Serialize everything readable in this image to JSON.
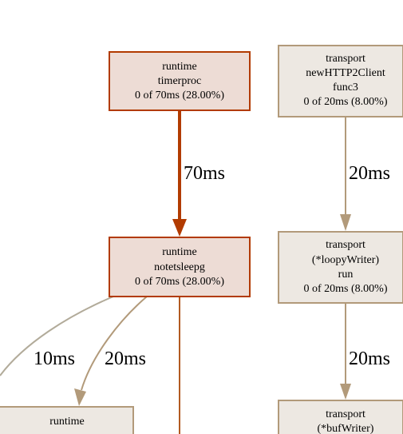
{
  "nodes": {
    "timerproc": {
      "lines": [
        "runtime",
        "timerproc",
        "0 of 70ms (28.00%)"
      ],
      "fill": "#eddcd5",
      "stroke": "#b23b00"
    },
    "http2_func3": {
      "lines": [
        "transport",
        "newHTTP2Client",
        "func3",
        "0 of 20ms (8.00%)"
      ],
      "fill": "#ede8e2",
      "stroke": "#b29a7a"
    },
    "notetsleepg": {
      "lines": [
        "runtime",
        "notetsleepg",
        "0 of 70ms (28.00%)"
      ],
      "fill": "#eddcd5",
      "stroke": "#b23b00"
    },
    "loopy_run": {
      "lines": [
        "transport",
        "(*loopyWriter)",
        "run",
        "0 of 20ms (8.00%)"
      ],
      "fill": "#ede8e2",
      "stroke": "#b29a7a"
    },
    "runtime_bottom_left": {
      "lines": [
        "runtime"
      ],
      "fill": "#ede8e2",
      "stroke": "#b29a7a"
    },
    "bufwriter": {
      "lines": [
        "transport",
        "(*bufWriter)"
      ],
      "fill": "#ede8e2",
      "stroke": "#b29a7a"
    }
  },
  "edges": {
    "timerproc_to_notetsleepg": {
      "label": "70ms",
      "color": "#b23b00"
    },
    "http2_to_loopy": {
      "label": "20ms",
      "color": "#b29a7a"
    },
    "notetsleepg_left_10": {
      "label": "10ms",
      "color": "#b2ab9a"
    },
    "notetsleepg_left_20": {
      "label": "20ms",
      "color": "#b29a7a"
    },
    "notetsleepg_down": {
      "label": "",
      "color": "#b25a21"
    },
    "loopy_to_bufwriter": {
      "label": "20ms",
      "color": "#b29a7a"
    }
  }
}
